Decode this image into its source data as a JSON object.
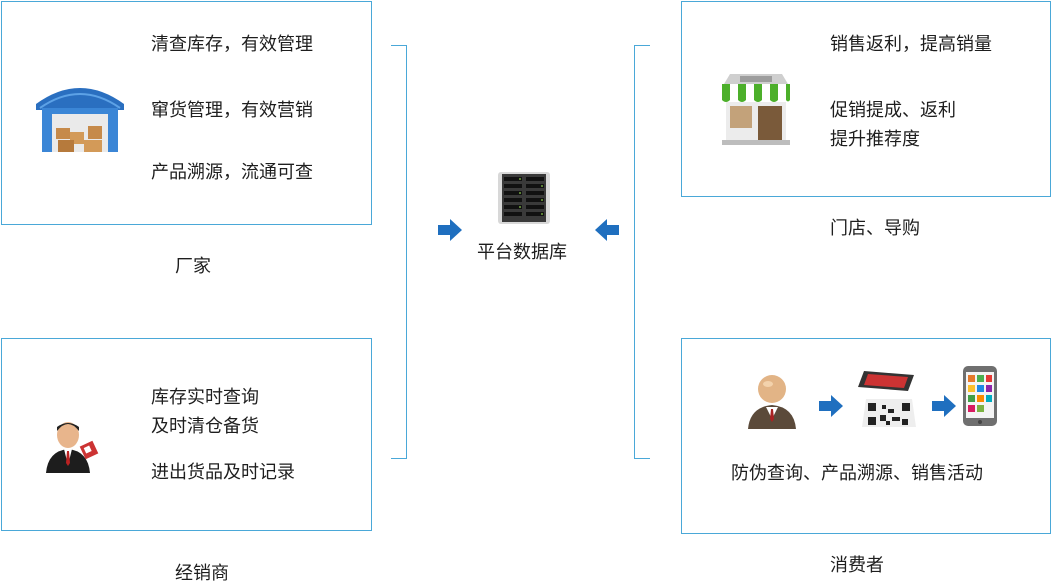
{
  "manufacturer": {
    "caption": "厂家",
    "lines": [
      "清查库存，有效管理",
      "窜货管理，有效营销",
      "产品溯源，流通可查"
    ]
  },
  "distributor": {
    "caption": "经销商",
    "lines": [
      "库存实时查询",
      "及时清仓备货",
      "进出货品及时记录"
    ]
  },
  "center": {
    "label": "平台数据库"
  },
  "store": {
    "caption": "门店、导购",
    "lines": [
      "销售返利，提高销量",
      "促销提成、返利",
      "提升推荐度"
    ]
  },
  "consumer": {
    "caption": "消费者",
    "line": "防伪查询、产品溯源、销售活动"
  },
  "colors": {
    "border": "#4aa8d8",
    "arrow": "#1f6fbf"
  },
  "icons": [
    "warehouse-icon",
    "businessman-icon",
    "server-icon",
    "storefront-icon",
    "user-icon",
    "qr-phone-icon",
    "smartphone-icon"
  ]
}
